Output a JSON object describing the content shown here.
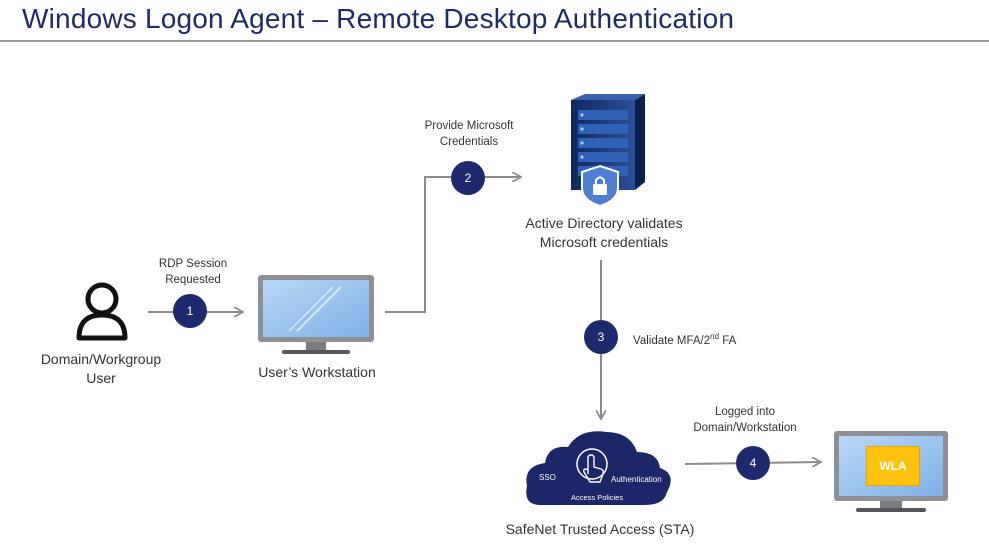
{
  "title": "Windows Logon Agent – Remote Desktop Authentication",
  "nodes": {
    "user": {
      "label_line1": "Domain/Workgroup",
      "label_line2": "User"
    },
    "workstation": {
      "label": "User’s Workstation"
    },
    "active_directory": {
      "label_line1": "Active Directory validates",
      "label_line2": "Microsoft credentials"
    },
    "sta": {
      "label": "SafeNet Trusted Access (STA)",
      "cloud_sso": "SSO",
      "cloud_authentication": "Authentication",
      "cloud_access_policies": "Access Policies"
    },
    "wla_screen": {
      "badge": "WLA"
    }
  },
  "steps": [
    {
      "number": "1",
      "label_line1": "RDP Session",
      "label_line2": "Requested"
    },
    {
      "number": "2",
      "label_line1": "Provide Microsoft",
      "label_line2": "Credentials"
    },
    {
      "number": "3",
      "label_main": "Validate MFA/2",
      "label_sup": "nd",
      "label_tail": " FA"
    },
    {
      "number": "4",
      "label_line1": "Logged into",
      "label_line2": "Domain/Workstation"
    }
  ],
  "colors": {
    "title": "#1f2a6b",
    "badge": "#1e2a6e",
    "connector": "#8c8c8c",
    "monitor_frame": "#8f9096",
    "monitor_screen": "#9ec6f0",
    "server": "#1d3a78",
    "cloud": "#1c2768",
    "wla": "#ffc20e"
  }
}
